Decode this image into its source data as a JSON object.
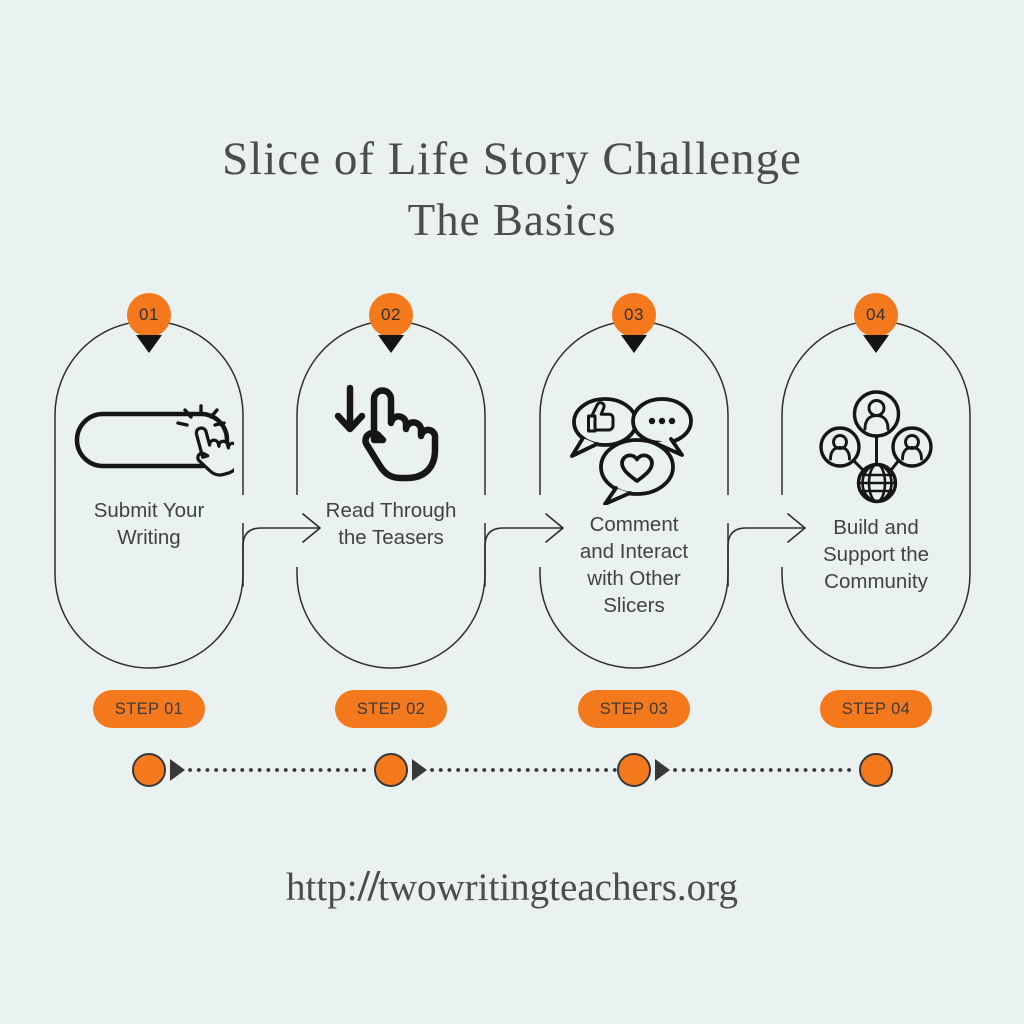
{
  "title": {
    "line1": "Slice of Life Story Challenge",
    "line2": "The Basics"
  },
  "steps": [
    {
      "number": "01",
      "badge": "STEP 01",
      "title": "Submit Your\nWriting",
      "icon": "button-click-icon"
    },
    {
      "number": "02",
      "badge": "STEP 02",
      "title": "Read Through\nthe Teasers",
      "icon": "scroll-hand-icon"
    },
    {
      "number": "03",
      "badge": "STEP 03",
      "title": "Comment\nand Interact\nwith Other\nSlicers",
      "icon": "chat-reactions-icon"
    },
    {
      "number": "04",
      "badge": "STEP 04",
      "title": "Build and\nSupport the\nCommunity",
      "icon": "community-network-icon"
    }
  ],
  "footer": {
    "url_prefix": "http:",
    "url_slashes": "//",
    "url_domain": "twowritingteachers.org"
  },
  "colors": {
    "background": "#e9f2f0",
    "accent_orange": "#f4791d",
    "outline_dark": "#2e2e2e",
    "icon_dark": "#161616",
    "text_dark": "#3f4442",
    "title_gray": "#4c4c4c"
  }
}
